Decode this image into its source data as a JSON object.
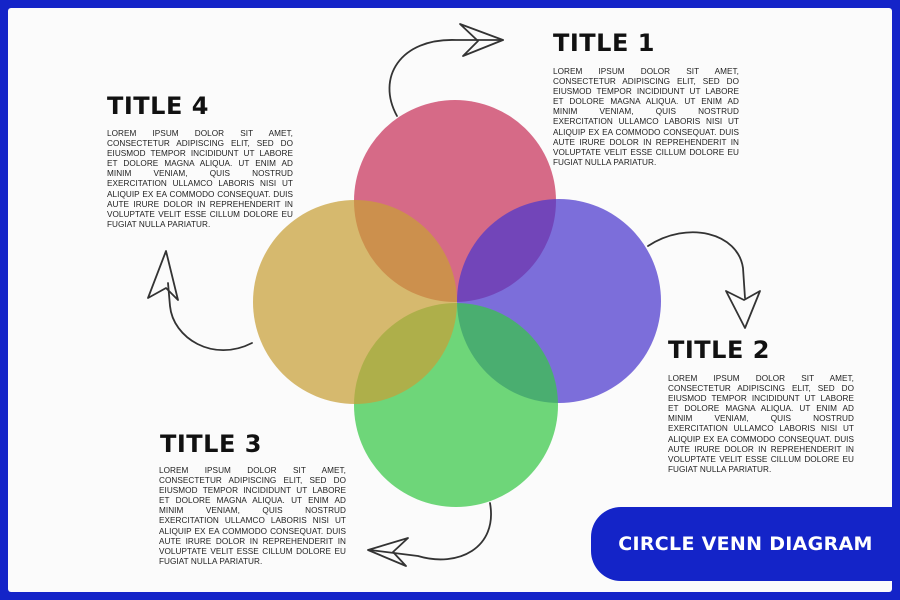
{
  "colors": {
    "background": "#fbfbfb",
    "accent": "#1424c8",
    "circle_1": "#c8325a",
    "circle_2": "#4b37cd",
    "circle_3": "#37c846",
    "circle_4": "#c8a037",
    "arrow": "#333333"
  },
  "banner": {
    "label": "CIRCLE VENN DIAGRAM"
  },
  "items": [
    {
      "title": "TITLE 1",
      "text": "LOREM IPSUM DOLOR SIT AMET, CONSECTETUR ADIPISCING ELIT, SED DO EIUSMOD TEMPOR INCIDIDUNT UT LABORE ET DOLORE MAGNA ALIQUA. UT ENIM AD MINIM VENIAM, QUIS NOSTRUD EXERCITATION ULLAMCO LABORIS NISI UT ALIQUIP EX EA COMMODO CONSEQUAT. DUIS AUTE IRURE DOLOR IN REPREHENDERIT IN VOLUPTATE VELIT ESSE CILLUM DOLORE EU FUGIAT NULLA PARIATUR."
    },
    {
      "title": "TITLE 2",
      "text": "LOREM IPSUM DOLOR SIT AMET, CONSECTETUR ADIPISCING ELIT, SED DO EIUSMOD TEMPOR INCIDIDUNT UT LABORE ET DOLORE MAGNA ALIQUA. UT ENIM AD MINIM VENIAM, QUIS NOSTRUD EXERCITATION ULLAMCO LABORIS NISI UT ALIQUIP EX EA COMMODO CONSEQUAT. DUIS AUTE IRURE DOLOR IN REPREHENDERIT IN VOLUPTATE VELIT ESSE CILLUM DOLORE EU FUGIAT NULLA PARIATUR."
    },
    {
      "title": "TITLE 3",
      "text": "LOREM IPSUM DOLOR SIT AMET, CONSECTETUR ADIPISCING ELIT, SED DO EIUSMOD TEMPOR INCIDIDUNT UT LABORE ET DOLORE MAGNA ALIQUA. UT ENIM AD MINIM VENIAM, QUIS NOSTRUD EXERCITATION ULLAMCO LABORIS NISI UT ALIQUIP EX EA COMMODO CONSEQUAT. DUIS AUTE IRURE DOLOR IN REPREHENDERIT IN VOLUPTATE VELIT ESSE CILLUM DOLORE EU FUGIAT NULLA PARIATUR."
    },
    {
      "title": "TITLE 4",
      "text": "LOREM IPSUM DOLOR SIT AMET, CONSECTETUR ADIPISCING ELIT, SED DO EIUSMOD TEMPOR INCIDIDUNT UT LABORE ET DOLORE MAGNA ALIQUA. UT ENIM AD MINIM VENIAM, QUIS NOSTRUD EXERCITATION ULLAMCO LABORIS NISI UT ALIQUIP EX EA COMMODO CONSEQUAT. DUIS AUTE IRURE DOLOR IN REPREHENDERIT IN VOLUPTATE VELIT ESSE CILLUM DOLORE EU FUGIAT NULLA PARIATUR."
    }
  ]
}
